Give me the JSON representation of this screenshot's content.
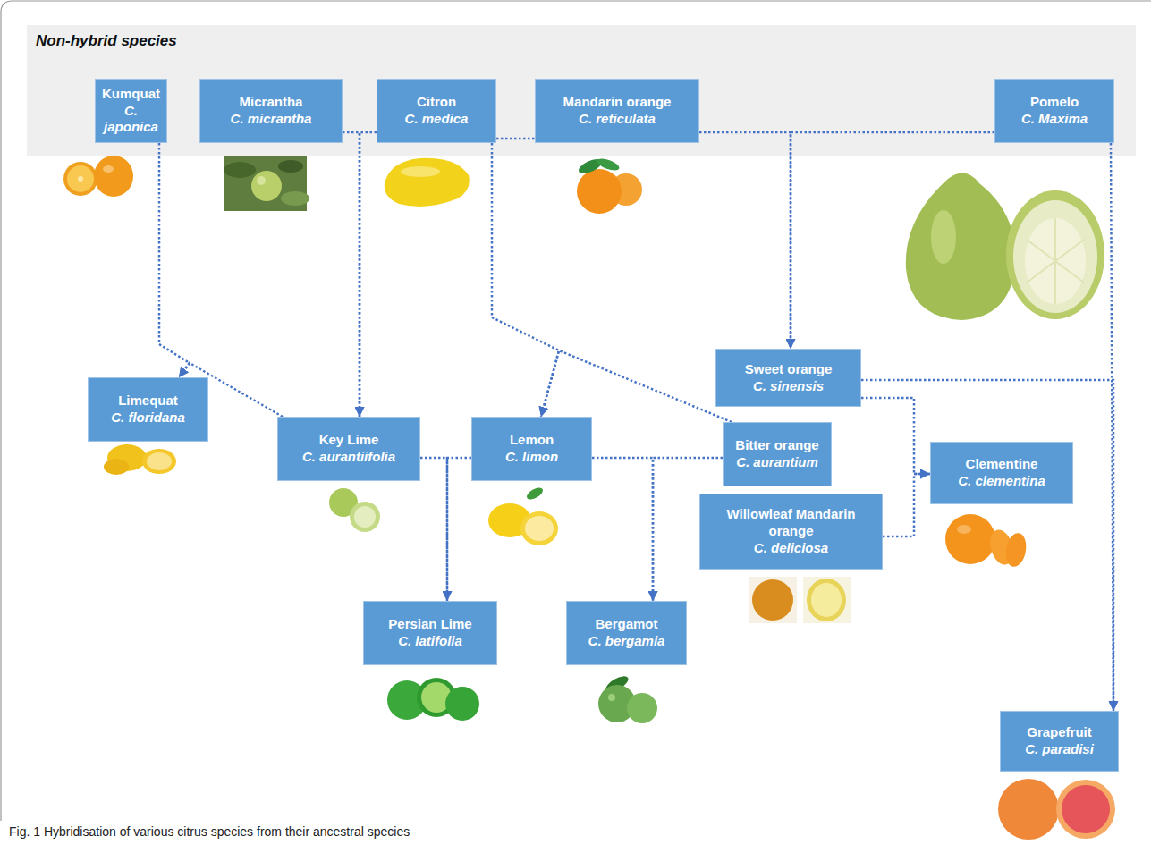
{
  "diagram": {
    "caption": "Fig. 1 Hybridisation of various citrus species from their ancestral species",
    "nodes": [
      {
        "text": [
          "Non-hybrid species"
        ]
      },
      {
        "text": [
          "Kumquat",
          "C. japonica"
        ],
        "in": 0
      },
      {
        "text": [
          "Micrantha",
          "C. micrantha"
        ],
        "in": 0
      },
      {
        "text": [
          "Citron",
          "C. medica"
        ],
        "in": 0
      },
      {
        "text": [
          "Mandarin orange",
          "C. reticulata"
        ],
        "in": 0
      },
      {
        "text": [
          "Pomelo",
          "C. Maxima"
        ],
        "in": 0
      },
      {
        "text": [
          "Sweet orange",
          "C. sinensis"
        ]
      },
      {
        "text": [
          "Limequat",
          "C. floridana"
        ]
      },
      {
        "text": [
          "Key Lime",
          "C. aurantiifolia"
        ]
      },
      {
        "text": [
          "Lemon",
          "C. limon"
        ]
      },
      {
        "text": [
          "Bitter orange",
          "C. aurantium"
        ]
      },
      {
        "text": [
          "Clementine",
          "C. clementina"
        ]
      },
      {
        "text": [
          "Willowleaf Mandarin orange",
          "C. deliciosa"
        ]
      },
      {
        "text": [
          "Persian Lime",
          "C. latifolia"
        ]
      },
      {
        "text": [
          "Bergamot",
          "C. bergamia"
        ]
      },
      {
        "text": [
          "Grapefruit",
          "C. paradisi"
        ]
      }
    ],
    "edges": [
      {
        "from": 1,
        "to": 7,
        "arrow": "to"
      },
      {
        "from": 8,
        "to": 7,
        "arrow": "to"
      },
      {
        "from": 2,
        "to": 8,
        "arrow": "to"
      },
      {
        "from": 3,
        "to": 8,
        "arrow": "to"
      },
      {
        "from": 3,
        "to": 4,
        "arrow": "none"
      },
      {
        "from": 3,
        "to": 9,
        "arrow": "to"
      },
      {
        "from": 10,
        "to": 9,
        "arrow": "to"
      },
      {
        "from": 4,
        "to": 6,
        "arrow": "to"
      },
      {
        "from": 5,
        "to": 6,
        "arrow": "to"
      },
      {
        "from": 5,
        "to": 15,
        "arrow": "to"
      },
      {
        "from": 6,
        "to": 15,
        "arrow": "to"
      },
      {
        "from": 8,
        "to": 13,
        "arrow": "to"
      },
      {
        "from": 9,
        "to": 13,
        "arrow": "to"
      },
      {
        "from": 9,
        "to": 14,
        "arrow": "to"
      },
      {
        "from": 10,
        "to": 14,
        "arrow": "to"
      },
      {
        "from": 6,
        "to": 11,
        "arrow": "to"
      },
      {
        "from": 12,
        "to": 11,
        "arrow": "to"
      }
    ]
  }
}
